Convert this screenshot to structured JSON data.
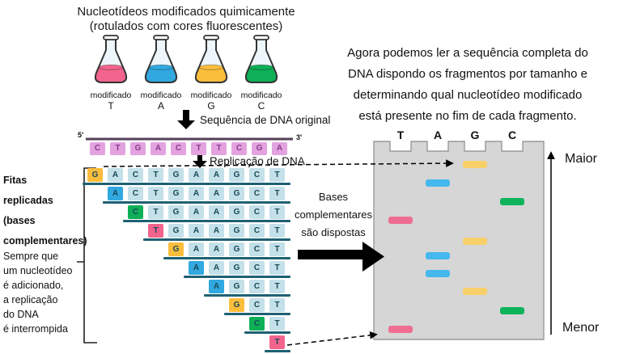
{
  "title": {
    "line1": "Nucleotídeos modificados quimicamente",
    "line2": "(rotulados com cores fluorescentes)"
  },
  "flasks": [
    {
      "label": "modificado",
      "base": "T",
      "color_key": "t_pink"
    },
    {
      "label": "modificado",
      "base": "A",
      "color_key": "a_blue"
    },
    {
      "label": "modificado",
      "base": "G",
      "color_key": "g_yellow"
    },
    {
      "label": "modificado",
      "base": "C",
      "color_key": "c_green"
    }
  ],
  "colors": {
    "t_pink": "#F2648D",
    "a_blue": "#31A8E0",
    "g_yellow": "#FBBD3C",
    "c_green": "#0EAF57",
    "band_t_pink": "#F06D92",
    "band_a_blue": "#45B8EE",
    "band_g_yellow": "#F8D06A",
    "band_c_green": "#0EB35C",
    "base_box_bg": "#C4E0E9",
    "box_text": "#174A57",
    "template_box_bg": "#E2A3DF",
    "template_text": "#8B3A8F",
    "template_line": "#554058",
    "strand_line": "#1E6173",
    "gel_bg": "#D6D6D6",
    "gel_border": "#999999"
  },
  "arrow1_label": "Sequência de DNA original",
  "arrow2_label": "Replicação de DNA",
  "template_strand": {
    "five_prime": "5'",
    "three_prime": "3'",
    "bases": [
      "C",
      "T",
      "G",
      "A",
      "C",
      "T",
      "T",
      "C",
      "G",
      "A"
    ]
  },
  "left_panel": {
    "bold_lines": [
      "Fitas",
      "replicadas",
      "(bases",
      "complementares)"
    ],
    "normal_lines": [
      "Sempre que",
      "um nucleotídeo",
      "é adicionado,",
      "a replicação",
      "do DNA",
      "é interrompida"
    ]
  },
  "strands": {
    "full_sequence": [
      "G",
      "A",
      "C",
      "T",
      "G",
      "A",
      "A",
      "G",
      "C",
      "T"
    ],
    "rows": [
      {
        "modified": "G",
        "bases": [
          "G",
          "A",
          "C",
          "T",
          "G",
          "A",
          "A",
          "G",
          "C",
          "T"
        ]
      },
      {
        "modified": "A",
        "bases": [
          "A",
          "C",
          "T",
          "G",
          "A",
          "A",
          "G",
          "C",
          "T"
        ]
      },
      {
        "modified": "C",
        "bases": [
          "C",
          "T",
          "G",
          "A",
          "A",
          "G",
          "C",
          "T"
        ]
      },
      {
        "modified": "T",
        "bases": [
          "T",
          "G",
          "A",
          "A",
          "G",
          "C",
          "T"
        ]
      },
      {
        "modified": "G",
        "bases": [
          "G",
          "A",
          "A",
          "G",
          "C",
          "T"
        ]
      },
      {
        "modified": "A",
        "bases": [
          "A",
          "A",
          "G",
          "C",
          "T"
        ]
      },
      {
        "modified": "A",
        "bases": [
          "A",
          "G",
          "C",
          "T"
        ]
      },
      {
        "modified": "G",
        "bases": [
          "G",
          "C",
          "T"
        ]
      },
      {
        "modified": "C",
        "bases": [
          "C",
          "T"
        ]
      },
      {
        "modified": "T",
        "bases": [
          "T"
        ]
      }
    ]
  },
  "middle_label": {
    "lines": [
      "Bases",
      "complementares",
      "são dispostas"
    ]
  },
  "right_paragraph": {
    "lines": [
      "Agora podemos ler a sequência completa do",
      "DNA dispondo os fragmentos por tamanho e",
      "determinando qual nucleotídeo modificado",
      "está presente no fim de cada fragmento."
    ]
  },
  "gel": {
    "lanes": [
      "T",
      "A",
      "G",
      "C"
    ],
    "bands": [
      {
        "lane": "G"
      },
      {
        "lane": "A"
      },
      {
        "lane": "C"
      },
      {
        "lane": "T"
      },
      {
        "lane": "G"
      },
      {
        "lane": "A"
      },
      {
        "lane": "A"
      },
      {
        "lane": "G"
      },
      {
        "lane": "C"
      },
      {
        "lane": "T"
      }
    ],
    "size_max_label": "Maior",
    "size_min_label": "Menor"
  }
}
